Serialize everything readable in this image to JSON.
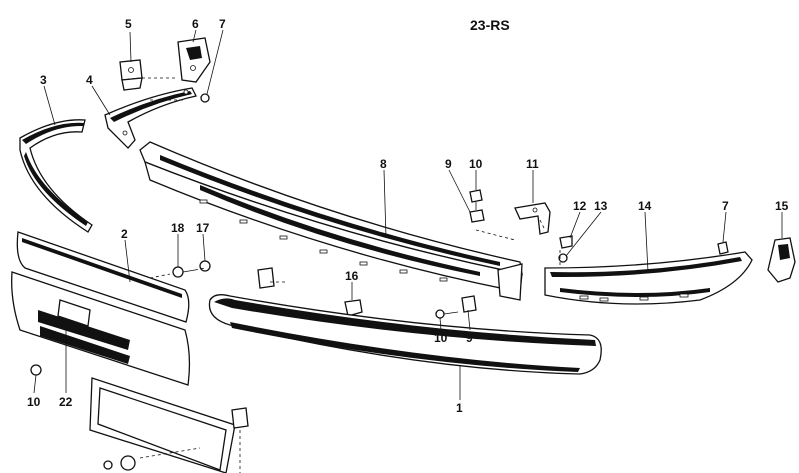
{
  "diagram_code": "23-RS",
  "callouts": {
    "c1": "1",
    "c2": "2",
    "c3": "3",
    "c4": "4",
    "c5": "5",
    "c6": "6",
    "c7a": "7",
    "c7b": "7",
    "c8": "8",
    "c9a": "9",
    "c9b": "9",
    "c10a": "10",
    "c10b": "10",
    "c10c": "10",
    "c11": "11",
    "c12": "12",
    "c13": "13",
    "c14": "14",
    "c15": "15",
    "c16": "16",
    "c17": "17",
    "c18": "18",
    "c22": "22"
  },
  "colors": {
    "line": "#111111",
    "background": "#ffffff"
  }
}
